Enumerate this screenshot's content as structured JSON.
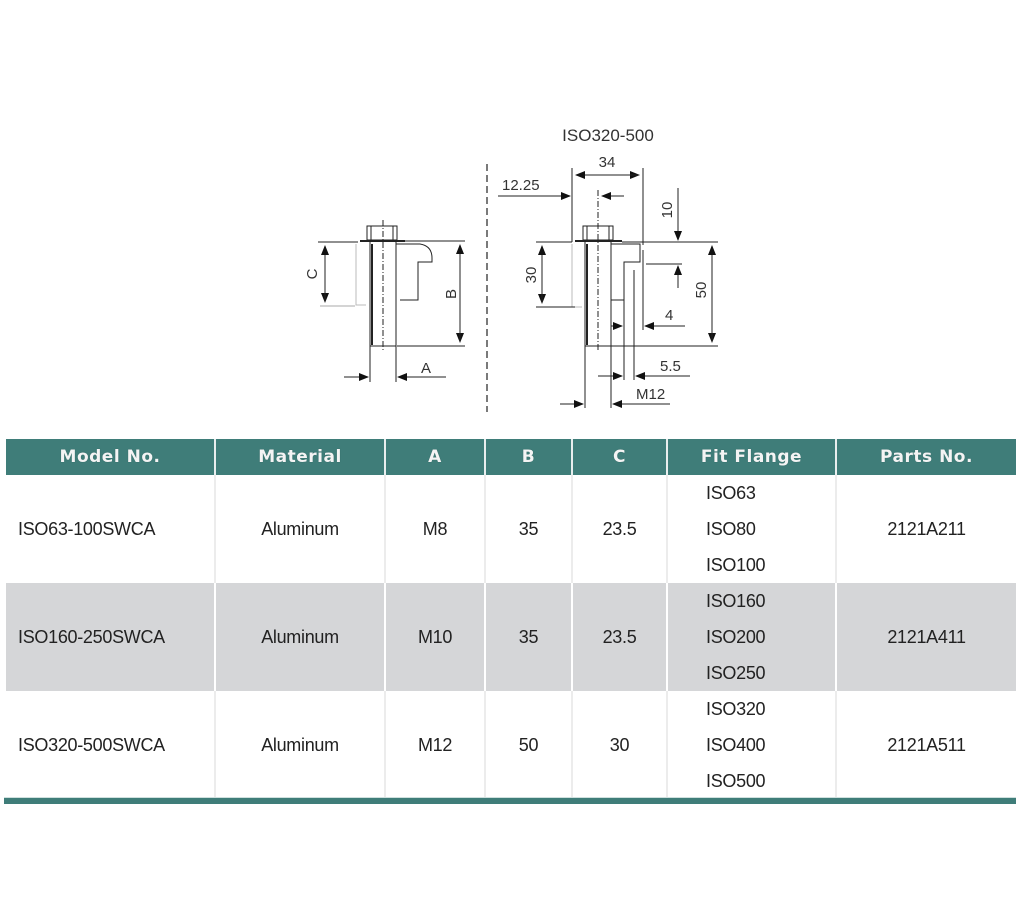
{
  "diagram": {
    "left_view": {
      "labels": {
        "c": "C",
        "b": "B",
        "a": "A"
      }
    },
    "right_view": {
      "title": "ISO320-500",
      "labels": {
        "width_34": "34",
        "offset_12_25": "12.25",
        "height_10": "10",
        "height_30": "30",
        "height_50": "50",
        "gap_4": "4",
        "gap_5_5": "5.5",
        "thread_m12": "M12"
      }
    }
  },
  "table": {
    "headers": [
      "Model No.",
      "Material",
      "A",
      "B",
      "C",
      "Fit Flange",
      "Parts No."
    ],
    "rows": [
      {
        "model": "ISO63-100SWCA",
        "material": "Aluminum",
        "a": "M8",
        "b": "35",
        "c": "23.5",
        "fit_flange": [
          "ISO63",
          "ISO80",
          "ISO100"
        ],
        "parts_no": "2121A211"
      },
      {
        "model": "ISO160-250SWCA",
        "material": "Aluminum",
        "a": "M10",
        "b": "35",
        "c": "23.5",
        "fit_flange": [
          "ISO160",
          "ISO200",
          "ISO250"
        ],
        "parts_no": "2121A411"
      },
      {
        "model": "ISO320-500SWCA",
        "material": "Aluminum",
        "a": "M12",
        "b": "50",
        "c": "30",
        "fit_flange": [
          "ISO320",
          "ISO400",
          "ISO500"
        ],
        "parts_no": "2121A511"
      }
    ]
  },
  "colors": {
    "header_bg": "#3f7d79",
    "header_text": "#f4f4f4",
    "alt_row_bg": "#d5d6d8"
  }
}
